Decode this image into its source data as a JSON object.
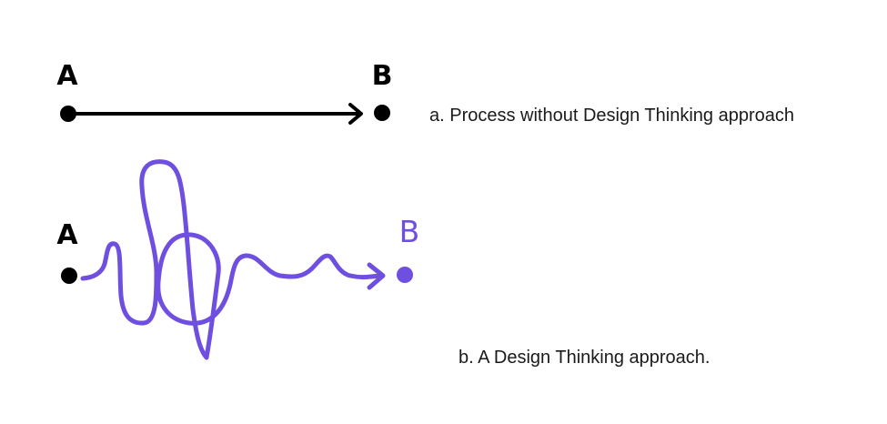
{
  "colors": {
    "straight_path": "#000000",
    "design_path": "#6f4fe0",
    "node": "#000000"
  },
  "straight": {
    "start_label": "A",
    "end_label": "B",
    "caption": "a. Process without Design Thinking approach"
  },
  "design": {
    "start_label": "A",
    "end_label": "B",
    "caption": "b. A Design Thinking approach."
  }
}
